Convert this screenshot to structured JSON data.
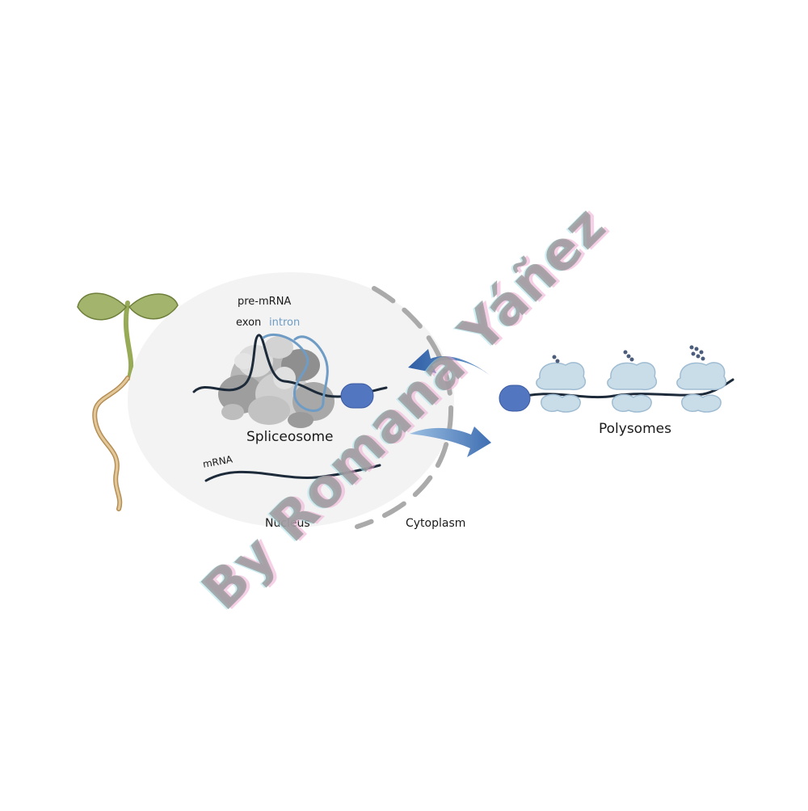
{
  "labels": {
    "pre_mrna": "pre-mRNA",
    "exon": "exon",
    "intron": "intron",
    "spliceosome": "Spliceosome",
    "mrna": "mRNA",
    "nucleus": "Nucleus",
    "cytoplasm": "Cytoplasm",
    "polysomes": "Polysomes"
  },
  "watermark": "By Romana Yáñez",
  "colors": {
    "nucleus_fill": "#f3f3f3",
    "membrane": "#aaaaaa",
    "rna_strand": "#1c2a3a",
    "intron": "#6f9cc4",
    "cap": "#5276c0",
    "ribosome": "#c9dde9",
    "arrow": "#3d6aa8",
    "leaf": "#a3b56c",
    "root": "#d8bd8c"
  }
}
